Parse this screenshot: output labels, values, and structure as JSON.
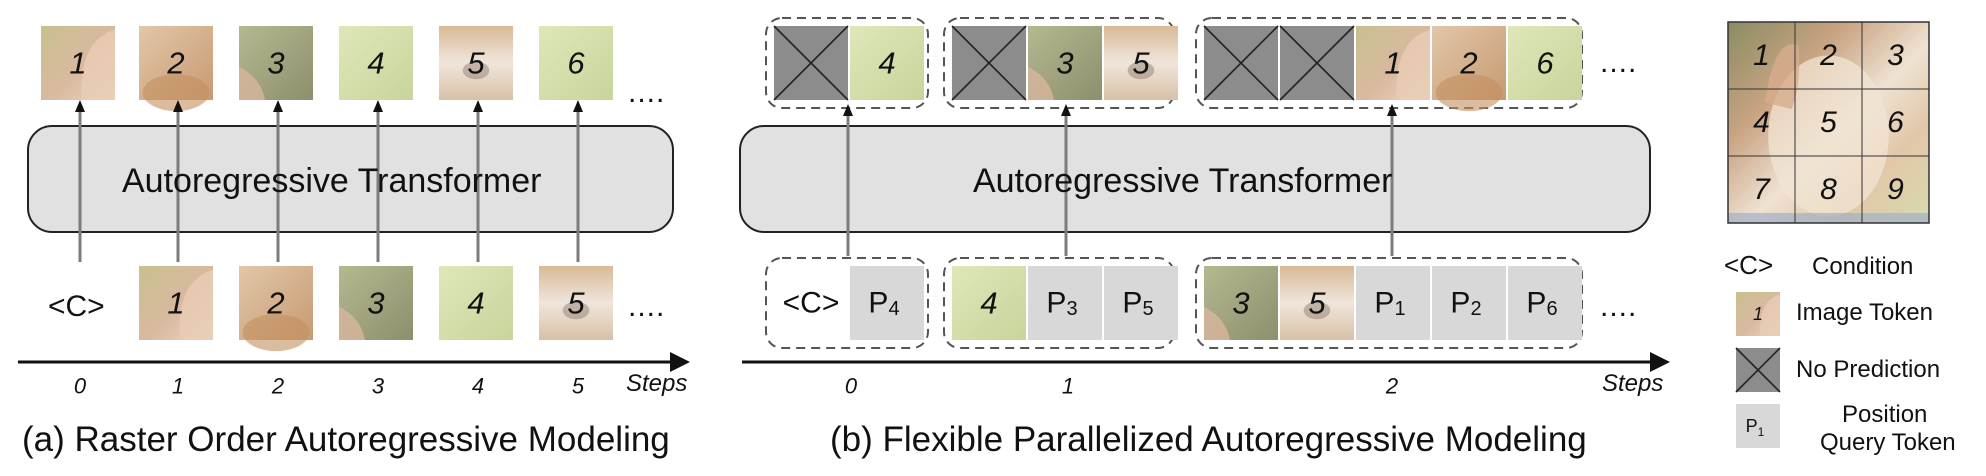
{
  "panel_a": {
    "caption": "(a) Raster Order Autoregressive Modeling",
    "transformer_label": "Autoregressive Transformer",
    "condition_label": "<C>",
    "output_tokens": [
      "1",
      "2",
      "3",
      "4",
      "5",
      "6"
    ],
    "input_tokens": [
      "1",
      "2",
      "3",
      "4",
      "5"
    ],
    "ellipsis": "....",
    "steps": [
      "0",
      "1",
      "2",
      "3",
      "4",
      "5"
    ],
    "steps_label": "Steps"
  },
  "panel_b": {
    "caption": "(b) Flexible Parallelized Autoregressive Modeling",
    "transformer_label": "Autoregressive Transformer",
    "condition_label": "<C>",
    "output_group_0": [
      "×",
      "4"
    ],
    "output_group_1": [
      "×",
      "3",
      "5"
    ],
    "output_group_2": [
      "×",
      "×",
      "1",
      "2",
      "6"
    ],
    "input_group_0": [
      "<C>",
      "P4"
    ],
    "input_group_1": [
      "4",
      "P3",
      "P5"
    ],
    "input_group_2": [
      "3",
      "5",
      "P1",
      "P2",
      "P6"
    ],
    "ellipsis": "....",
    "steps": [
      "0",
      "1",
      "2"
    ],
    "steps_label": "Steps"
  },
  "legend": {
    "grid_numbers": [
      "1",
      "2",
      "3",
      "4",
      "5",
      "6",
      "7",
      "8",
      "9"
    ],
    "condition_symbol": "<C>",
    "condition_label": "Condition",
    "image_token_sample": "1",
    "image_token_label": "Image Token",
    "no_prediction_label": "No Prediction",
    "position_query_sample": "P1",
    "position_query_label_line1": "Position",
    "position_query_label_line2": "Query Token"
  },
  "colors": {
    "transformer_fill": "#e1e1e1",
    "gray_token": "#d8d8d8",
    "no_pred_fill": "#8c8c8c",
    "arrow": "#7c7c7c"
  }
}
